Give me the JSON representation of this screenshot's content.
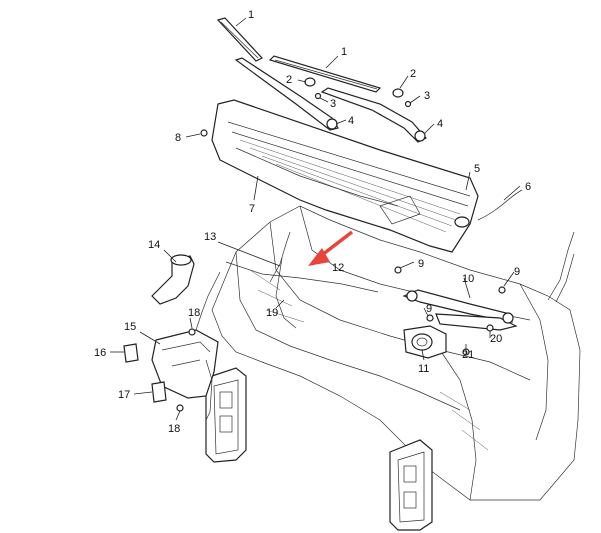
{
  "callouts": [
    {
      "id": "c1a",
      "text": "1"
    },
    {
      "id": "c1b",
      "text": "1"
    },
    {
      "id": "c2a",
      "text": "2"
    },
    {
      "id": "c2b",
      "text": "2"
    },
    {
      "id": "c3a",
      "text": "3"
    },
    {
      "id": "c3b",
      "text": "3"
    },
    {
      "id": "c4a",
      "text": "4"
    },
    {
      "id": "c4b",
      "text": "4"
    },
    {
      "id": "c5",
      "text": "5"
    },
    {
      "id": "c6",
      "text": "6"
    },
    {
      "id": "c7",
      "text": "7"
    },
    {
      "id": "c8",
      "text": "8"
    },
    {
      "id": "c9a",
      "text": "9"
    },
    {
      "id": "c9b",
      "text": "9"
    },
    {
      "id": "c9c",
      "text": "9"
    },
    {
      "id": "c10",
      "text": "10"
    },
    {
      "id": "c11",
      "text": "11"
    },
    {
      "id": "c12",
      "text": "12"
    },
    {
      "id": "c13",
      "text": "13"
    },
    {
      "id": "c14",
      "text": "14"
    },
    {
      "id": "c15",
      "text": "15"
    },
    {
      "id": "c16",
      "text": "16"
    },
    {
      "id": "c17",
      "text": "17"
    },
    {
      "id": "c18a",
      "text": "18"
    },
    {
      "id": "c18b",
      "text": "18"
    },
    {
      "id": "c19",
      "text": "19"
    },
    {
      "id": "c20",
      "text": "20"
    },
    {
      "id": "c21",
      "text": "21"
    }
  ],
  "colors": {
    "line": "#222222",
    "arrow": "#e8443a",
    "background": "#ffffff"
  }
}
